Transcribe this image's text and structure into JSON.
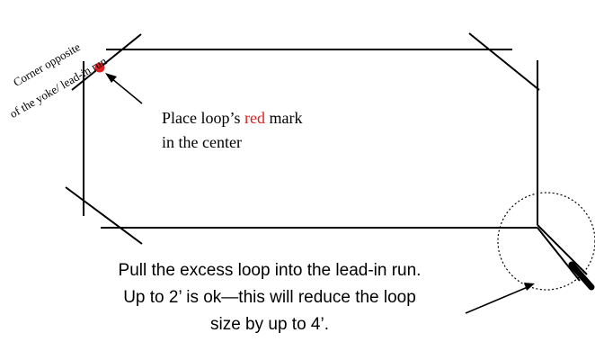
{
  "corner_label": {
    "line1": "Corner opposite",
    "line2": "of the yoke/ lead-in run"
  },
  "place_note": {
    "prefix": "Place loop’s ",
    "highlight": "red",
    "suffix": " mark",
    "line2": "in the center"
  },
  "pull_note": {
    "line1": "Pull the excess loop into the lead-in run.",
    "line2": "Up to 2’ is ok—this will reduce the loop",
    "line3": "size by up to 4’."
  },
  "colors": {
    "mark": "#e11d1d",
    "line": "#000000"
  }
}
